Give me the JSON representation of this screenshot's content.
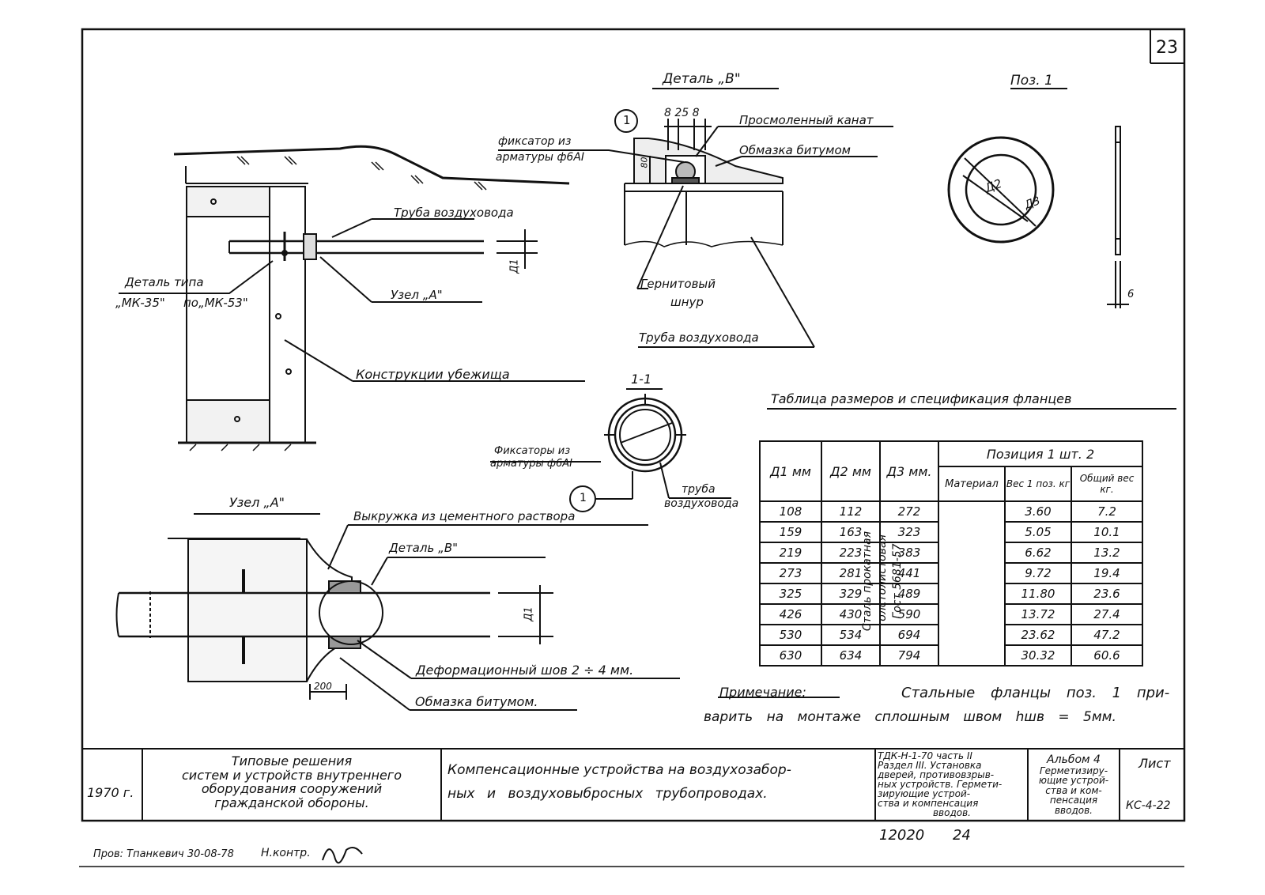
{
  "sheet_number": "23",
  "detail_b": {
    "title": "Деталь „В\"",
    "dims": "8 25 8",
    "dim_80": "80",
    "callout": "1",
    "fixator_label_1": "фиксатор из",
    "fixator_label_2": "арматуры ф6АI",
    "rope_label": "Просмоленный канат",
    "bitumen_label": "Обмазка битумом",
    "gernit_label_1": "Гернитовый",
    "gernit_label_2": "шнур",
    "pipe_label": "Труба воздуховода"
  },
  "pos1": {
    "title": "Поз. 1",
    "d2": "Д2",
    "d3": "Д3",
    "thickness": "6"
  },
  "main_view": {
    "pipe_label": "Труба воздуховода",
    "detail_type_label": "Деталь типа",
    "mk35": "„МК-35\"",
    "mk53": "по„МК-53\"",
    "node_a_label": "Узел „А\"",
    "shelter_label": "Конструкции убежища",
    "dim_d1": "Д1"
  },
  "section_1_1": {
    "title": "1-1",
    "fixators_1": "Фиксаторы из",
    "fixators_2": "арматуры ф6АI",
    "callout": "1",
    "pipe_1": "труба",
    "pipe_2": "воздуховода"
  },
  "node_a": {
    "title": "Узел „А\"",
    "cement_label": "Выкружка из цементного раствора",
    "detail_b_ref": "Деталь „В\"",
    "dim_d1": "Д1",
    "joint_label": "Деформационный шов 2 ÷ 4 мм.",
    "bitumen_label": "Обмазка битумом.",
    "dim_200": "200"
  },
  "flange_table": {
    "title": "Таблица размеров и спецификация фланцев",
    "headers": {
      "d1": "Д1 мм",
      "d2": "Д2 мм",
      "d3": "Д3 мм.",
      "position": "Позиция 1 шт. 2",
      "material": "Материал",
      "weight_one": "Вес 1 поз. кг",
      "weight_total": "Общий вес кг."
    },
    "material_text_1": "Сталь прокатная",
    "material_text_2": "толстолистовая",
    "material_text_3": "Гост 5681-57",
    "rows": [
      {
        "d1": "108",
        "d2": "112",
        "d3": "272",
        "w1": "3.60",
        "wt": "7.2"
      },
      {
        "d1": "159",
        "d2": "163",
        "d3": "323",
        "w1": "5.05",
        "wt": "10.1"
      },
      {
        "d1": "219",
        "d2": "223",
        "d3": "383",
        "w1": "6.62",
        "wt": "13.2"
      },
      {
        "d1": "273",
        "d2": "281",
        "d3": "441",
        "w1": "9.72",
        "wt": "19.4"
      },
      {
        "d1": "325",
        "d2": "329",
        "d3": "489",
        "w1": "11.80",
        "wt": "23.6"
      },
      {
        "d1": "426",
        "d2": "430",
        "d3": "590",
        "w1": "13.72",
        "wt": "27.4"
      },
      {
        "d1": "530",
        "d2": "534",
        "d3": "694",
        "w1": "23.62",
        "wt": "47.2"
      },
      {
        "d1": "630",
        "d2": "634",
        "d3": "794",
        "w1": "30.32",
        "wt": "60.6"
      }
    ]
  },
  "note": {
    "title": "Примечание:",
    "line1": "Стальные фланцы поз. 1 при-",
    "line2": "варить на монтаже сплошным швом hшв = 5мм."
  },
  "title_block": {
    "year": "1970 г.",
    "org_1": "Типовые решения",
    "org_2": "систем и устройств внутреннего",
    "org_3": "оборудования сооружений",
    "org_4": "гражданской обороны.",
    "sheet_title_1": "Компенсационные устройства на воздухозабор-",
    "sheet_title_2": "ных и воздуховыбросных трубопроводах.",
    "code_1": "ТДК-Н-1-70 часть II",
    "code_2": "Раздел III. Установка",
    "code_3": "дверей, противовзрыв-",
    "code_4": "ных устройств. Гермети-",
    "code_5": "зирующие устрой-",
    "code_6": "ства и компенсация",
    "code_7": "вводов.",
    "album_1": "Альбом 4",
    "album_2": "Герметизиру-",
    "album_3": "ющие устрой-",
    "album_4": "ства и ком-",
    "album_5": "пенсация",
    "album_6": "вводов.",
    "list_label": "Лист",
    "list_value": "КС-4-22"
  },
  "footer": {
    "stamp": "12020 24",
    "checked": "Пров: Тпанкевич 30-08-78",
    "norm": "Н.контр."
  }
}
